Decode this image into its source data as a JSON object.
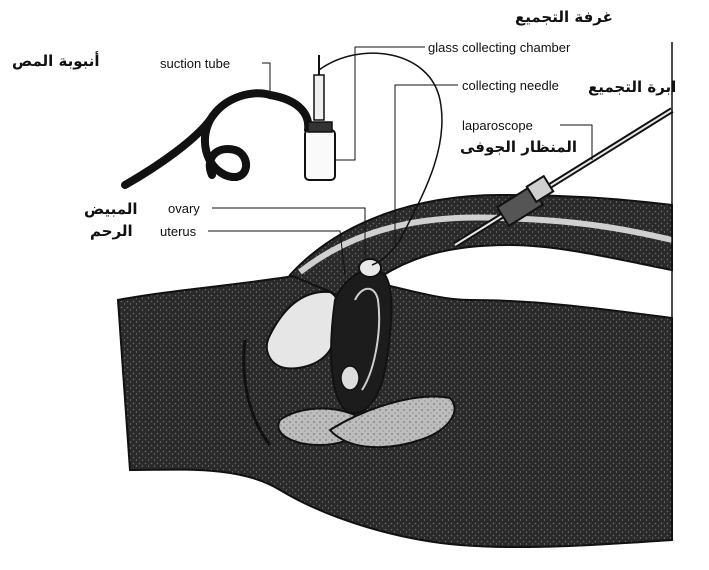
{
  "labels": {
    "suction_tube": {
      "en": "suction tube",
      "ar": "أنبوبة المص"
    },
    "glass_chamber": {
      "en": "glass collecting chamber",
      "ar": "غرفة التجميع"
    },
    "collecting_needle": {
      "en": "collecting needle",
      "ar": "ابرة التجميع"
    },
    "laparoscope": {
      "en": "laparoscope",
      "ar": "المنظار الجوفى"
    },
    "ovary": {
      "en": "ovary",
      "ar": "المبيض"
    },
    "uterus": {
      "en": "uterus",
      "ar": "الرحم"
    }
  },
  "colors": {
    "ink": "#111111",
    "dark_fill": "#1a1a1a",
    "mid_fill": "#555555",
    "light_fill": "#d8d8d8",
    "paper": "#ffffff"
  }
}
